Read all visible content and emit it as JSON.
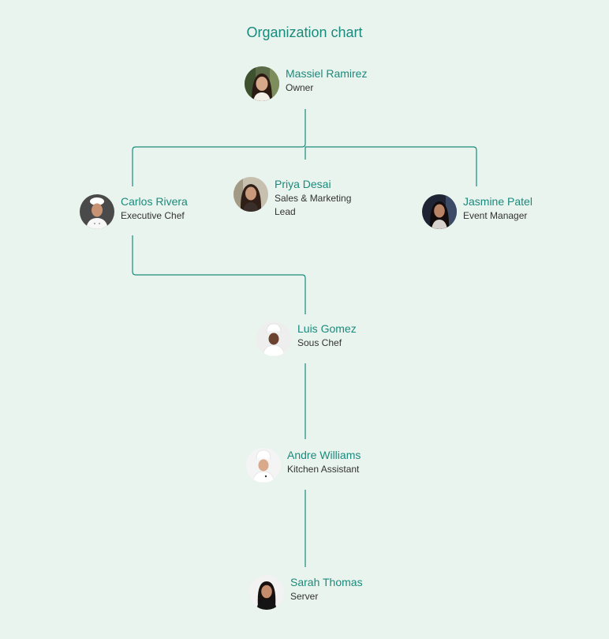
{
  "title": "Organization chart",
  "colors": {
    "background": "#eaf4ee",
    "accent": "#1a8a7c",
    "role_text": "#333333"
  },
  "people": [
    {
      "id": "massiel",
      "name": "Massiel Ramirez",
      "role": "Owner"
    },
    {
      "id": "carlos",
      "name": "Carlos Rivera",
      "role": "Executive Chef"
    },
    {
      "id": "priya",
      "name": "Priya Desai",
      "role": "Sales & Marketing Lead"
    },
    {
      "id": "jasmine",
      "name": "Jasmine Patel",
      "role": "Event Manager"
    },
    {
      "id": "luis",
      "name": "Luis Gomez",
      "role": "Sous Chef"
    },
    {
      "id": "andre",
      "name": "Andre Williams",
      "role": "Kitchen Assistant"
    },
    {
      "id": "sarah",
      "name": "Sarah Thomas",
      "role": "Server"
    }
  ],
  "reports_to": {
    "carlos": "massiel",
    "priya": "massiel",
    "jasmine": "massiel",
    "luis": "carlos",
    "andre": "luis",
    "sarah": "andre"
  }
}
